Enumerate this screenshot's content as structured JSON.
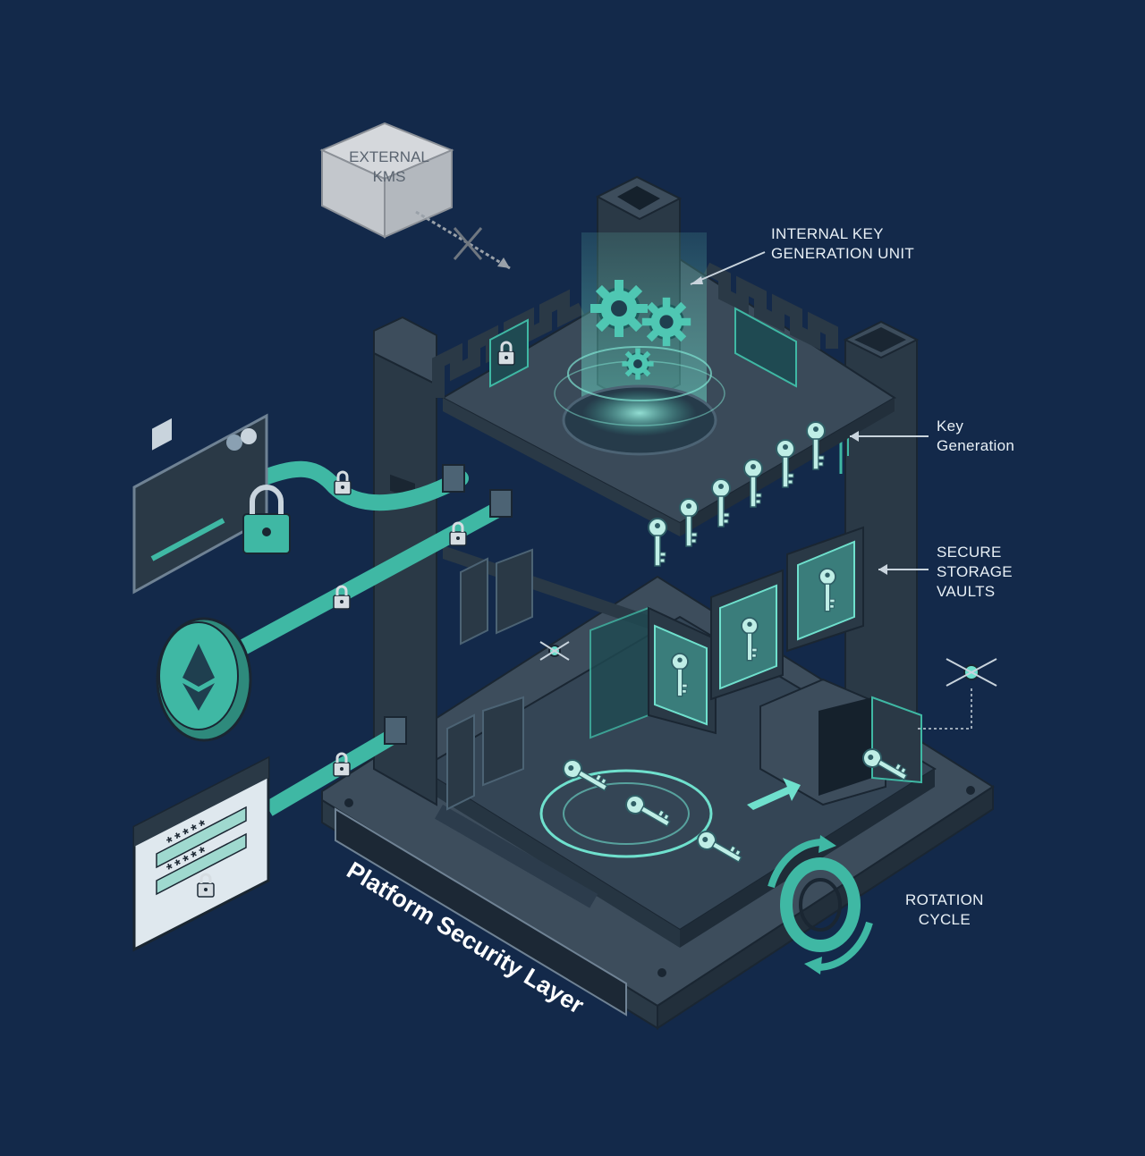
{
  "labels": {
    "external_kms": "EXTERNAL\nKMS",
    "internal_key": "INTERNAL KEY\nGENERATION UNIT",
    "key_generation": "Key\nGeneration",
    "secure_storage": "SECURE\nSTORAGE\nVAULTS",
    "rotation_cycle": "ROTATION\nCYCLE",
    "platform": "Platform Security Layer"
  },
  "form": {
    "password_mask_1": "*****",
    "password_mask_2": "*****"
  },
  "colors": {
    "background": "#13294a",
    "accent": "#3fb8a4",
    "accent_glow": "#7fe3d2",
    "structure_dark": "#2a3946",
    "structure_mid": "#3d4d5c",
    "structure_light": "#55677a",
    "kms_box": "#c9ccd0"
  },
  "icons": [
    "credit-card-icon",
    "padlock-icon",
    "ethereum-coin-icon",
    "login-form-icon",
    "gear-icon",
    "key-icon",
    "server-rack-icon",
    "vault-icon",
    "drone-icon",
    "rotation-arrows-icon"
  ]
}
